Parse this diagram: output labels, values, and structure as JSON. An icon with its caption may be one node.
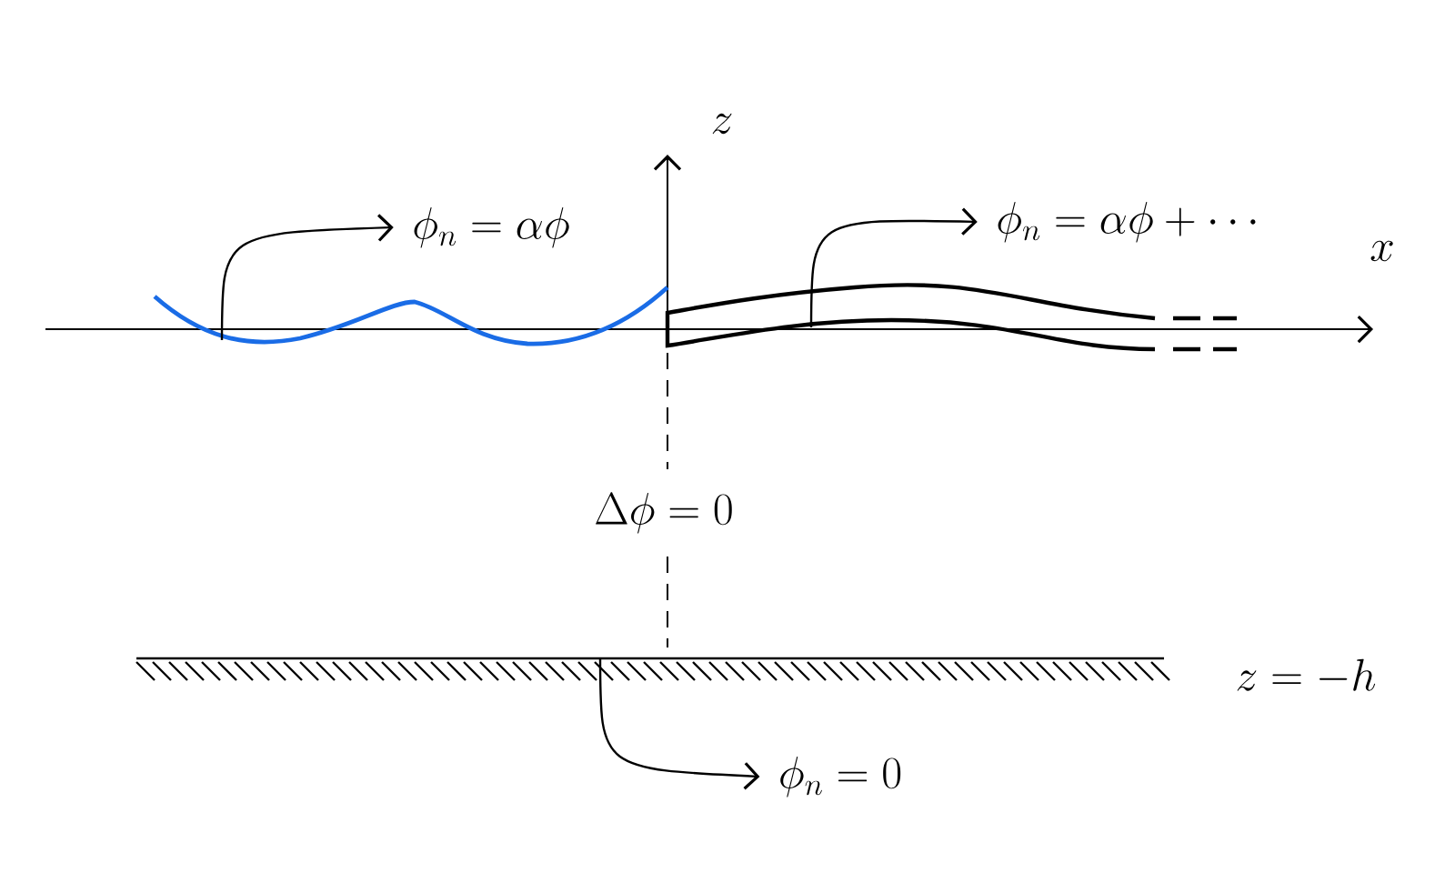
{
  "diagram": {
    "nodes": [
      {
        "text": [
          "\\phi_n = \\alpha\\phi"
        ]
      },
      {
        "text": [
          "\\phi_n = \\alpha\\phi + \\cdots"
        ]
      },
      {
        "text": [],
        "shape": "curve"
      },
      {
        "text": [],
        "shape": "plate"
      },
      {
        "text": [
          "\\phi_n = 0"
        ]
      },
      {
        "text": [],
        "shape": "ground"
      }
    ],
    "edges": [
      {
        "from": 2,
        "to": 0,
        "arrow": "to"
      },
      {
        "from": 3,
        "to": 1,
        "arrow": "to"
      },
      {
        "from": 5,
        "to": 4,
        "arrow": "to"
      }
    ],
    "labels": [
      "z",
      "x",
      "\\Delta\\phi = 0",
      "z = -h"
    ]
  }
}
